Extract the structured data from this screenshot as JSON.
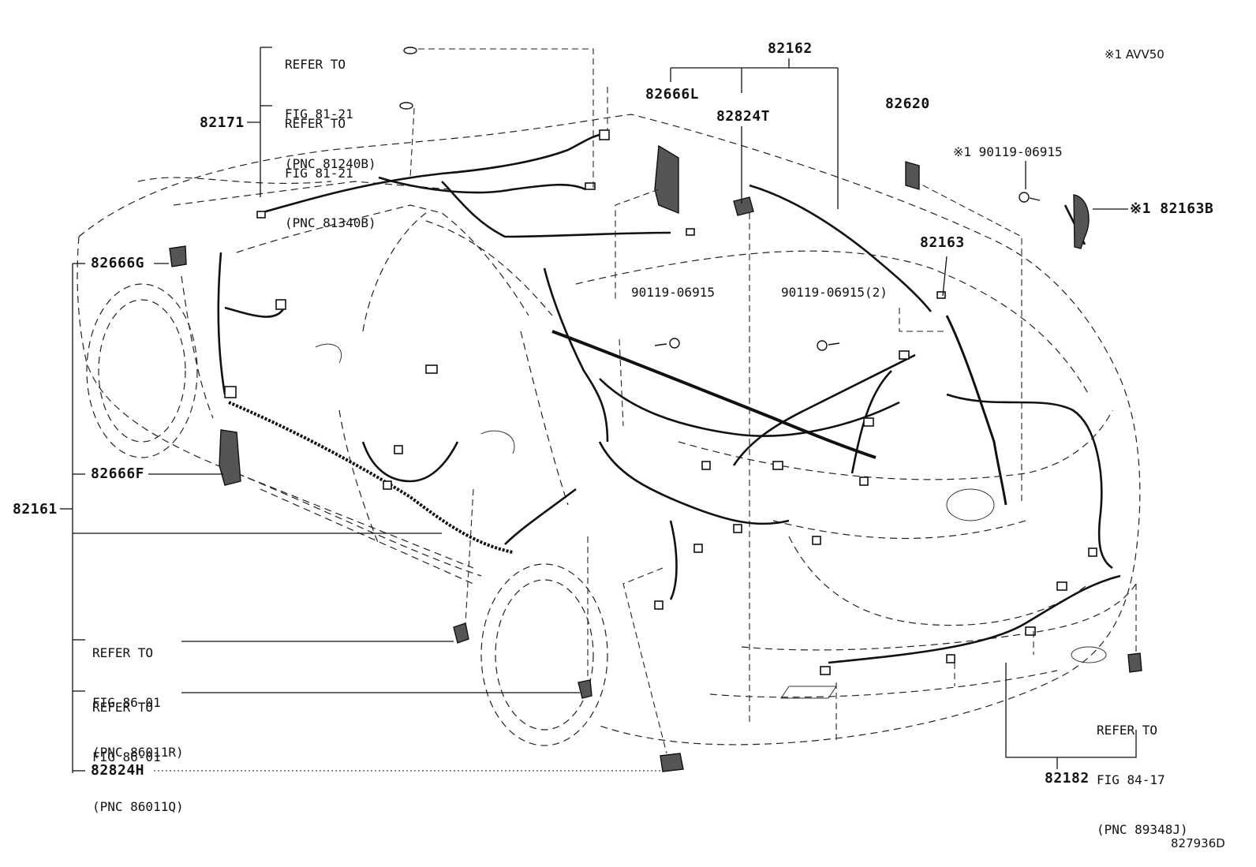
{
  "note_top_right": "※1 AVV50",
  "figure_id": "827936D",
  "part_labels": {
    "p82162": "82162",
    "p82666L": "82666L",
    "p82824T": "82824T",
    "p82620": "82620",
    "p82171": "82171",
    "p82666G": "82666G",
    "p82666F": "82666F",
    "p82161": "82161",
    "p82824H": "82824H",
    "p82163": "82163",
    "p82163B": "※1 82163B",
    "p82182": "82182",
    "bolt_left": "90119-06915",
    "bolt_mid": "90119-06915(2)",
    "bolt_right": "※1 90119-06915"
  },
  "references": {
    "ref1": [
      "REFER TO",
      "FIG 81-21",
      "(PNC 81240B)"
    ],
    "ref2": [
      "REFER TO",
      "FIG 81-21",
      "(PNC 81340B)"
    ],
    "ref3": [
      "REFER TO",
      "FIG 86-01",
      "(PNC 86011R)"
    ],
    "ref4": [
      "REFER TO",
      "FIG 86-01",
      "(PNC 86011Q)"
    ],
    "ref5": [
      "REFER TO",
      "FIG 84-17",
      "(PNC 89348J)"
    ]
  }
}
